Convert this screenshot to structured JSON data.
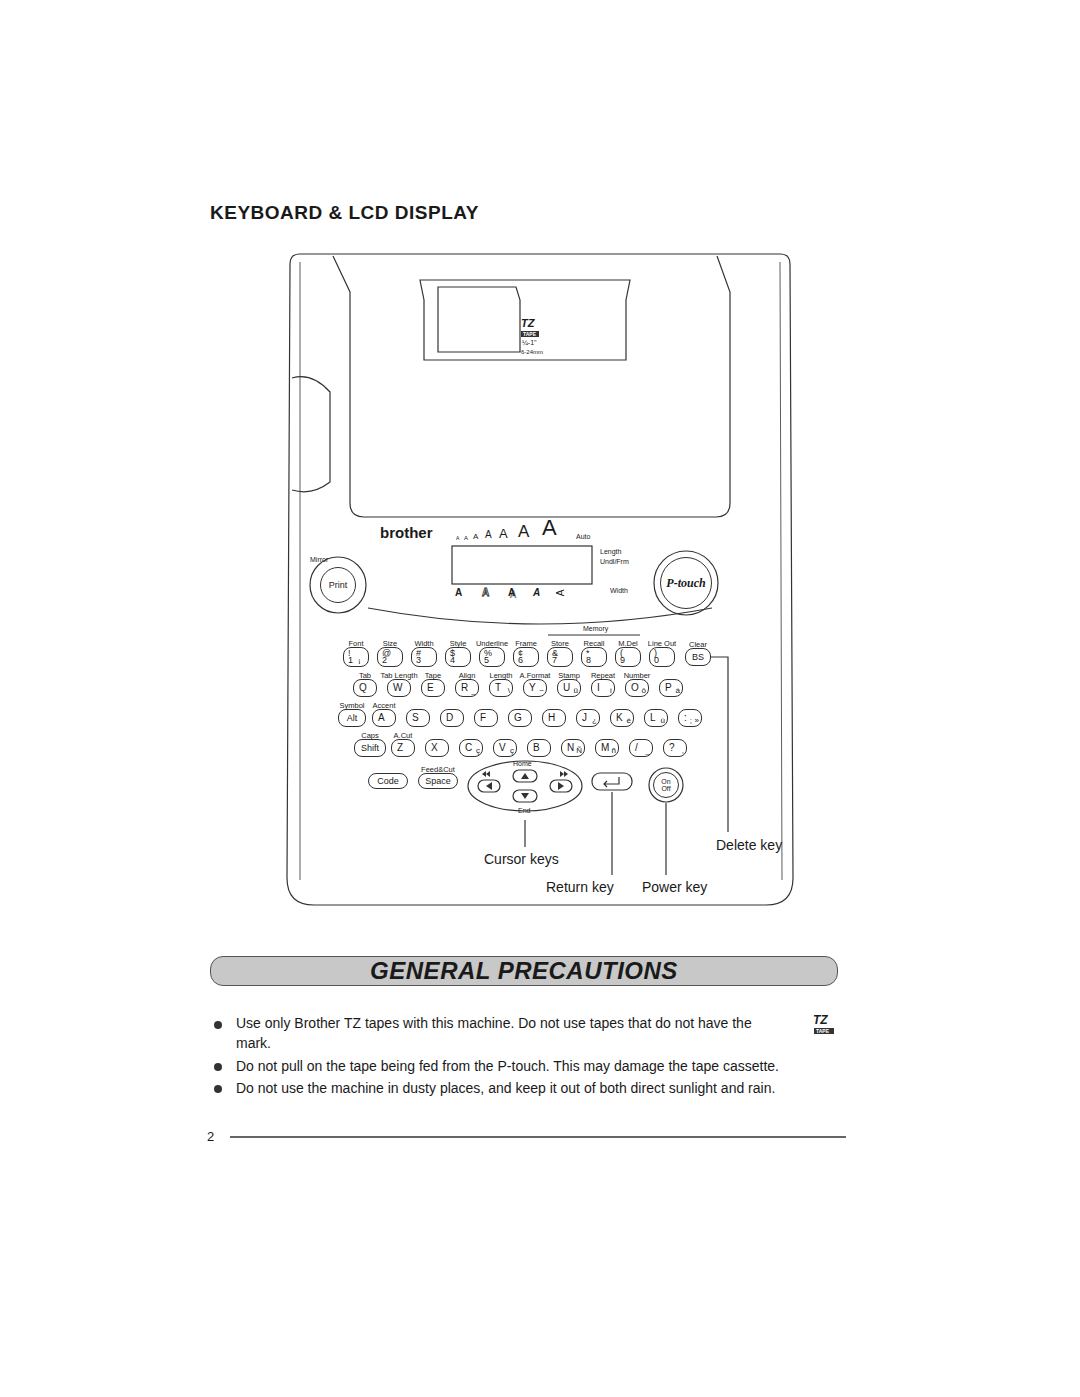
{
  "diagram": {
    "title": "KEYBOARD & LCD DISPLAY",
    "nodes": [
      {
        "text": [
          "Print"
        ]
      },
      {
        "text": [
          "P-touch"
        ]
      },
      {
        "text": [
          "Font",
          "!",
          "1",
          "¡"
        ]
      },
      {
        "text": [
          "Size",
          "@",
          "2"
        ]
      },
      {
        "text": [
          "Width",
          "#",
          "3"
        ]
      },
      {
        "text": [
          "Style",
          "$",
          "4"
        ]
      },
      {
        "text": [
          "Underline",
          "%",
          "5"
        ]
      },
      {
        "text": [
          "Frame",
          "¢",
          "6"
        ]
      },
      {
        "text": [
          "Store",
          "&",
          "7"
        ]
      },
      {
        "text": [
          "Recall",
          "*",
          "8"
        ]
      },
      {
        "text": [
          "M.Del",
          "(",
          "9"
        ]
      },
      {
        "text": [
          "Line Out",
          ")",
          "0"
        ]
      },
      {
        "text": [
          "Clear",
          "BS"
        ]
      },
      {
        "text": [
          "Tab",
          "Q"
        ]
      },
      {
        "text": [
          "Tab Length",
          "W"
        ]
      },
      {
        "text": [
          "Tape",
          "E"
        ]
      },
      {
        "text": [
          "Align",
          "R",
          "_"
        ]
      },
      {
        "text": [
          "Length",
          "T",
          "\\"
        ]
      },
      {
        "text": [
          "A.Format",
          "Y",
          "~"
        ]
      },
      {
        "text": [
          "Stamp",
          "U",
          "ü"
        ]
      },
      {
        "text": [
          "Repeat",
          "I",
          "í"
        ]
      },
      {
        "text": [
          "Number",
          "O",
          "ô"
        ]
      },
      {
        "text": [
          "P",
          "á"
        ]
      },
      {
        "text": [
          "Symbol",
          "Alt"
        ]
      },
      {
        "text": [
          "Accent",
          "A"
        ]
      },
      {
        "text": [
          "S"
        ]
      },
      {
        "text": [
          "D"
        ]
      },
      {
        "text": [
          "F"
        ]
      },
      {
        "text": [
          "G"
        ]
      },
      {
        "text": [
          "H"
        ]
      },
      {
        "text": [
          "J",
          "¿"
        ]
      },
      {
        "text": [
          "K",
          "é"
        ]
      },
      {
        "text": [
          "L",
          "ú"
        ]
      },
      {
        "text": [
          ":",
          ";",
          "»"
        ]
      },
      {
        "text": [
          "Caps",
          "Shift"
        ]
      },
      {
        "text": [
          "A.Cut",
          "Z"
        ]
      },
      {
        "text": [
          "X"
        ]
      },
      {
        "text": [
          "C",
          "ç"
        ]
      },
      {
        "text": [
          "V",
          "ç"
        ]
      },
      {
        "text": [
          "B"
        ]
      },
      {
        "text": [
          "N",
          "Ñ"
        ]
      },
      {
        "text": [
          "M",
          "ñ"
        ]
      },
      {
        "text": [
          "/",
          "_"
        ]
      },
      {
        "text": [
          "?",
          ","
        ]
      },
      {
        "text": [
          "Code"
        ]
      },
      {
        "text": [
          "Feed&Cut",
          "Space"
        ]
      },
      {
        "text": [
          "On",
          "Off"
        ]
      },
      {
        "text": [
          "GENERAL PRECAUTIONS"
        ]
      }
    ],
    "labels": [
      "TZ",
      "TAPE",
      "¼-1\"",
      "6-24mm",
      "brother",
      "A",
      "A",
      "A",
      "A",
      "A",
      "A",
      "A",
      "Auto",
      "Mirror",
      "Length",
      "Undl/Frm",
      "A",
      "A",
      "A",
      "A",
      "A",
      "Width",
      "Memory",
      "Home",
      "End",
      "Delete key",
      "Cursor keys",
      "Return key",
      "Power key",
      "Use only Brother TZ tapes with this machine. Do not use tapes that do not have the",
      "TZ",
      "TAPE",
      "mark.",
      "Do not pull on the tape being fed from the P-touch. This may damage the tape cassette.",
      "Do not use the machine in dusty places, and keep it out of both direct sunlight and rain.",
      "2"
    ]
  }
}
